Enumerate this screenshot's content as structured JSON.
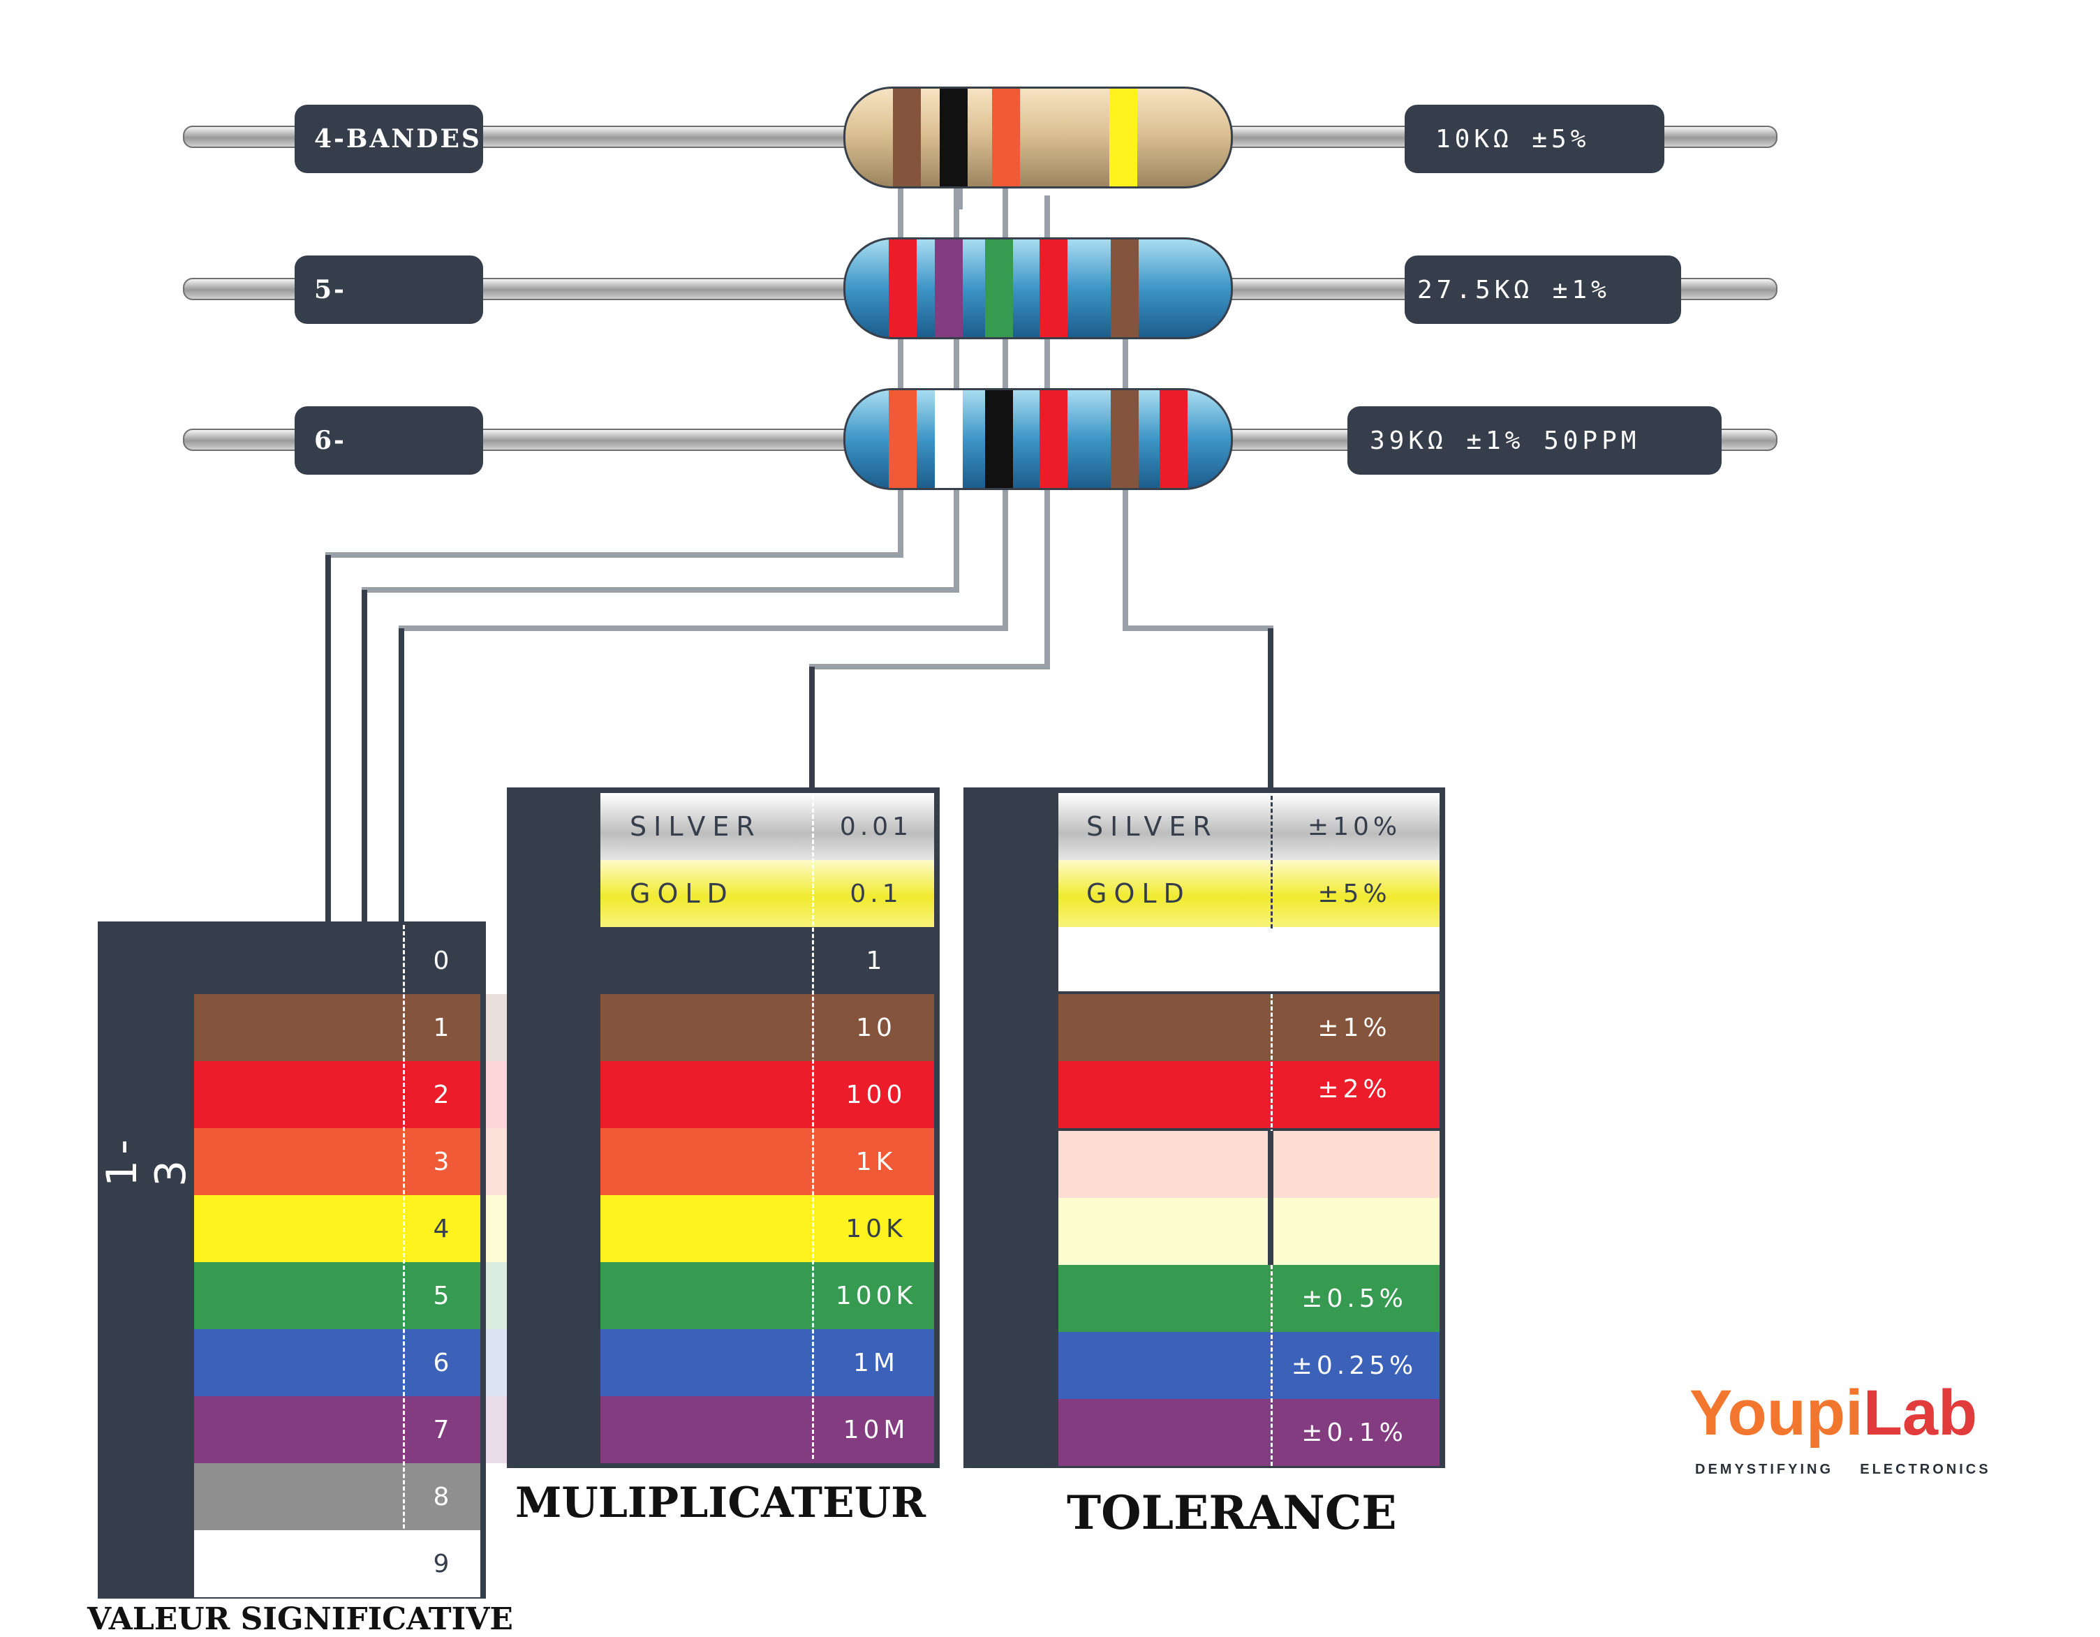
{
  "resistors": [
    {
      "label": "4-BANDES",
      "value": "10KΩ  ±5%"
    },
    {
      "label": "5-",
      "value": "27.5KΩ  ±1%"
    },
    {
      "label": "6-",
      "value": "39KΩ  ±1%  50PPM"
    }
  ],
  "significant": {
    "side_label": "1-3",
    "caption": "VALEUR SIGNIFICATIVE",
    "digits": [
      "0",
      "1",
      "2",
      "3",
      "4",
      "5",
      "6",
      "7",
      "8",
      "9"
    ]
  },
  "multiplier": {
    "caption": "MULIPLICATEUR",
    "silver_name": "SILVER",
    "silver_value": "0.01",
    "gold_name": "GOLD",
    "gold_value": "0.1",
    "values": [
      "1",
      "10",
      "100",
      "1K",
      "10K",
      "100K",
      "1M",
      "10M"
    ]
  },
  "tolerance": {
    "caption": "TOLERANCE",
    "silver_name": "SILVER",
    "silver_value": "±10%",
    "gold_name": "GOLD",
    "gold_value": "±5%",
    "brown": "±1%",
    "red": "±2%",
    "green": "±0.5%",
    "blue": "±0.25%",
    "violet": "±0.1%"
  },
  "brand": {
    "name_a": "Youpi",
    "name_b": "Lab",
    "tagline": "DEMYSTIFYING    ELECTRONICS"
  },
  "colors": {
    "black": "#363e4b",
    "brown": "#84553c",
    "red": "#ec1c2b",
    "orange": "#f15a37",
    "yellow": "#fff31e",
    "green": "#379a51",
    "blue": "#3b62b8",
    "violet": "#833c80",
    "grey": "#8f8f8f",
    "white": "#ffffff",
    "gold": "#f4ee3a",
    "silver": "#bcbcbc"
  }
}
